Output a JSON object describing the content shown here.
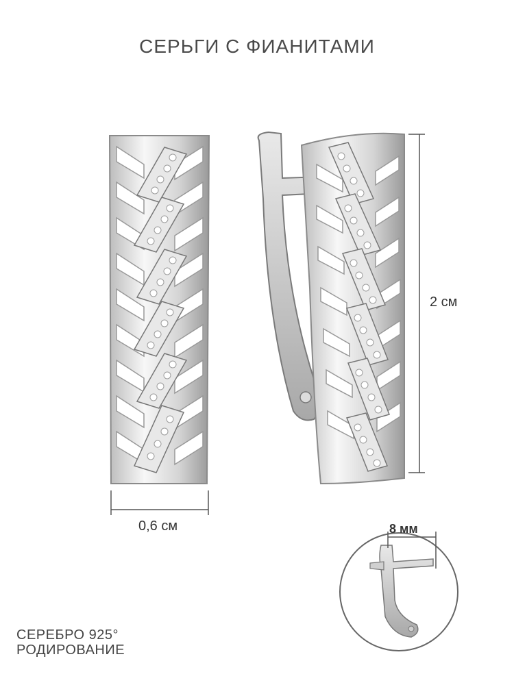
{
  "title": "СЕРЬГИ С ФИАНИТАМИ",
  "dimensions": {
    "height": "2 см",
    "width": "0,6 см",
    "clasp": "8 мм"
  },
  "material": {
    "line1": "СЕРЕБРО 925°",
    "line2": "РОДИРОВАНИЕ"
  },
  "colors": {
    "silver_light": "#f2f2f2",
    "silver_mid": "#c9c9c9",
    "silver_dark": "#8a8a8a",
    "line": "#555555"
  }
}
